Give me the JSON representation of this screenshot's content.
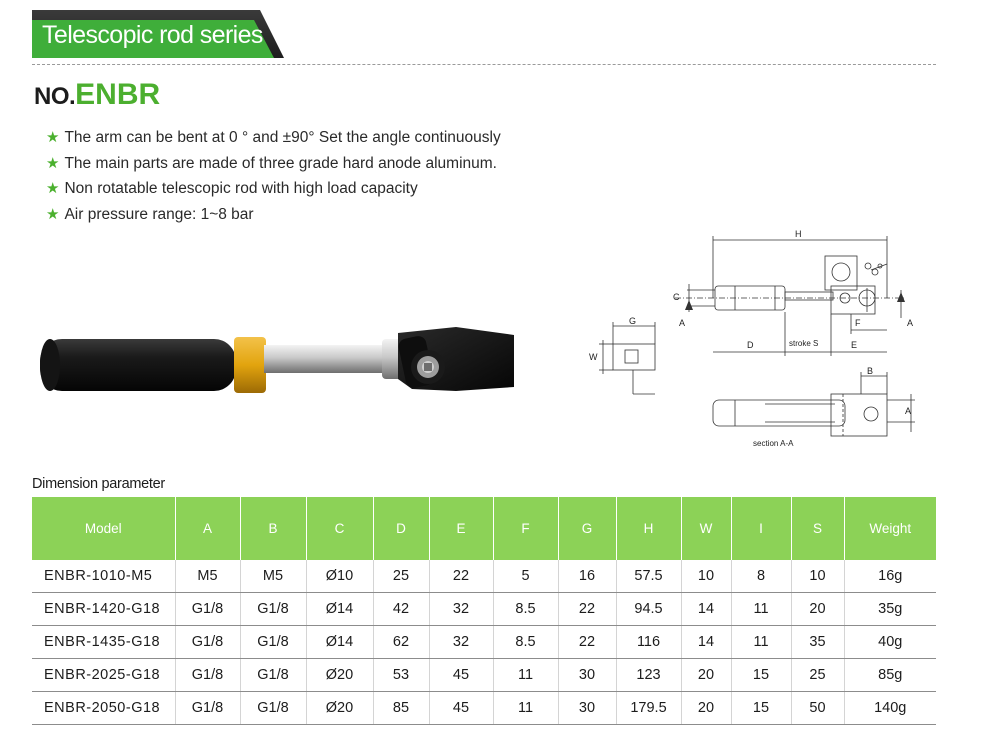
{
  "header": {
    "series_title": "Telescopic rod series",
    "model_prefix": "NO.",
    "model_code": "ENBR"
  },
  "features": [
    "The arm can be bent at 0 °  and ±90°  Set the angle continuously",
    "The main parts are made of three grade hard anode aluminum.",
    "Non rotatable telescopic rod with high load capacity",
    "Air pressure range: 1~8 bar"
  ],
  "feature_icon": "star-icon",
  "drawing": {
    "labels": {
      "H": "H",
      "G": "G",
      "W": "W",
      "C": "C",
      "A": "A",
      "D": "D",
      "stroke": "stroke S",
      "E": "E",
      "F": "F",
      "B": "B",
      "A2": "A",
      "A3": "A",
      "section": "section A-A"
    }
  },
  "table": {
    "caption": "Dimension parameter",
    "headers": [
      "Model",
      "A",
      "B",
      "C",
      "D",
      "E",
      "F",
      "G",
      "H",
      "W",
      "I",
      "S",
      "Weight"
    ],
    "rows": [
      [
        "ENBR-1010-M5",
        "M5",
        "M5",
        "Ø10",
        "25",
        "22",
        "5",
        "16",
        "57.5",
        "10",
        "8",
        "10",
        "16g"
      ],
      [
        "ENBR-1420-G18",
        "G1/8",
        "G1/8",
        "Ø14",
        "42",
        "32",
        "8.5",
        "22",
        "94.5",
        "14",
        "11",
        "20",
        "35g"
      ],
      [
        "ENBR-1435-G18",
        "G1/8",
        "G1/8",
        "Ø14",
        "62",
        "32",
        "8.5",
        "22",
        "116",
        "14",
        "11",
        "35",
        "40g"
      ],
      [
        "ENBR-2025-G18",
        "G1/8",
        "G1/8",
        "Ø20",
        "53",
        "45",
        "11",
        "30",
        "123",
        "20",
        "15",
        "25",
        "85g"
      ],
      [
        "ENBR-2050-G18",
        "G1/8",
        "G1/8",
        "Ø20",
        "85",
        "45",
        "11",
        "30",
        "179.5",
        "20",
        "15",
        "50",
        "140g"
      ]
    ]
  },
  "colors": {
    "accent_green": "#4caf2f",
    "title_tab_green": "#3fae3a",
    "table_header_green": "#8cd257",
    "anodized_gold": "#e2a40e"
  }
}
